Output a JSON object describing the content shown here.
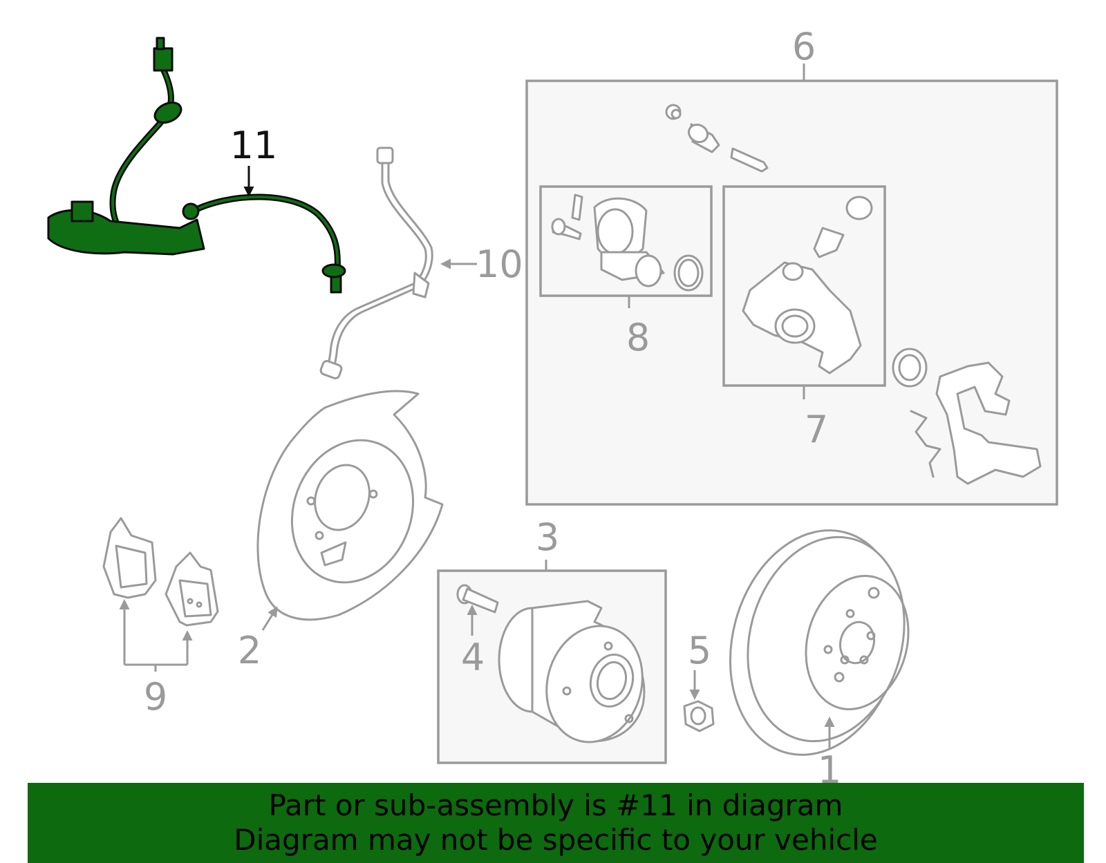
{
  "callouts": {
    "c1": "1",
    "c2": "2",
    "c3": "3",
    "c4": "4",
    "c5": "5",
    "c6": "6",
    "c7": "7",
    "c8": "8",
    "c9": "9",
    "c10": "10",
    "c11": "11"
  },
  "highlighted_part": "11",
  "colors": {
    "highlight": "#0f6e14",
    "banner": "#0d6a0f",
    "parts": "#9a9a9a",
    "box_fill": "#f7f7f7"
  },
  "banner": {
    "line1": "Part or sub-assembly is #11 in diagram",
    "line2": "Diagram may not be specific to your vehicle"
  }
}
